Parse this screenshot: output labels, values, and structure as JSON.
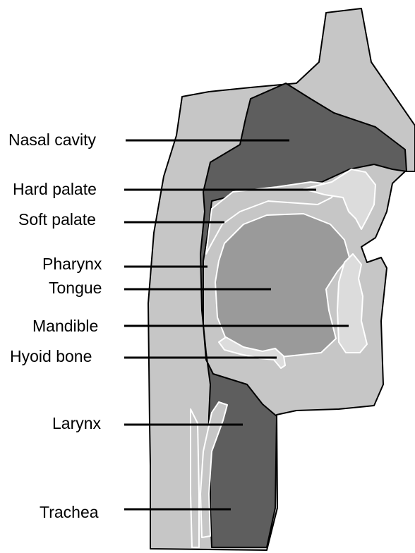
{
  "colors": {
    "soft_tissue": "#c6c6c6",
    "airway_cavity": "#5e5e5e",
    "tongue": "#9a9a9a",
    "bone": "#dcdcdc",
    "outline": "#000000",
    "background": "#ffffff"
  },
  "labels": [
    {
      "id": "nasal-cavity",
      "text": "Nasal cavity"
    },
    {
      "id": "hard-palate",
      "text": "Hard palate"
    },
    {
      "id": "soft-palate",
      "text": "Soft palate"
    },
    {
      "id": "pharynx",
      "text": "Pharynx"
    },
    {
      "id": "tongue",
      "text": "Tongue"
    },
    {
      "id": "mandible",
      "text": "Mandible"
    },
    {
      "id": "hyoid-bone",
      "text": "Hyoid bone"
    },
    {
      "id": "larynx",
      "text": "Larynx"
    },
    {
      "id": "trachea",
      "text": "Trachea"
    }
  ]
}
